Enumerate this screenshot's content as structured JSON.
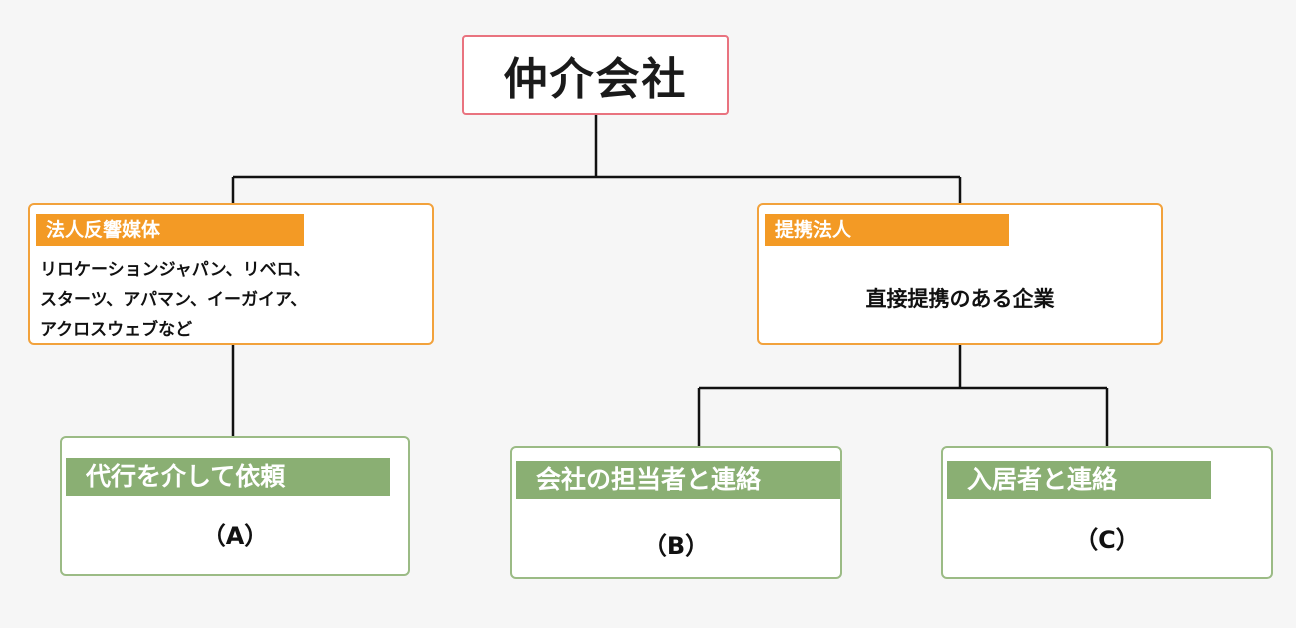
{
  "root": {
    "title": "仲介会社"
  },
  "media": {
    "tag": "法人反響媒体",
    "lines": [
      "リロケーションジャパン、リベロ、",
      "スターツ、アパマン、イーガイア、",
      "アクロスウェブなど"
    ]
  },
  "partner": {
    "tag": "提携法人",
    "text": "直接提携のある企業"
  },
  "option_a": {
    "tag": "代行を介して依頼",
    "mark": "（A）"
  },
  "option_b": {
    "tag": "会社の担当者と連絡",
    "mark": "（B）"
  },
  "option_c": {
    "tag": "入居者と連絡",
    "mark": "（C）"
  },
  "colors": {
    "root_border": "#e9737f",
    "orange": "#f39a25",
    "orange_border": "#f2a23c",
    "green": "#8aaf73",
    "green_border": "#9bbb85",
    "line": "#111111"
  }
}
